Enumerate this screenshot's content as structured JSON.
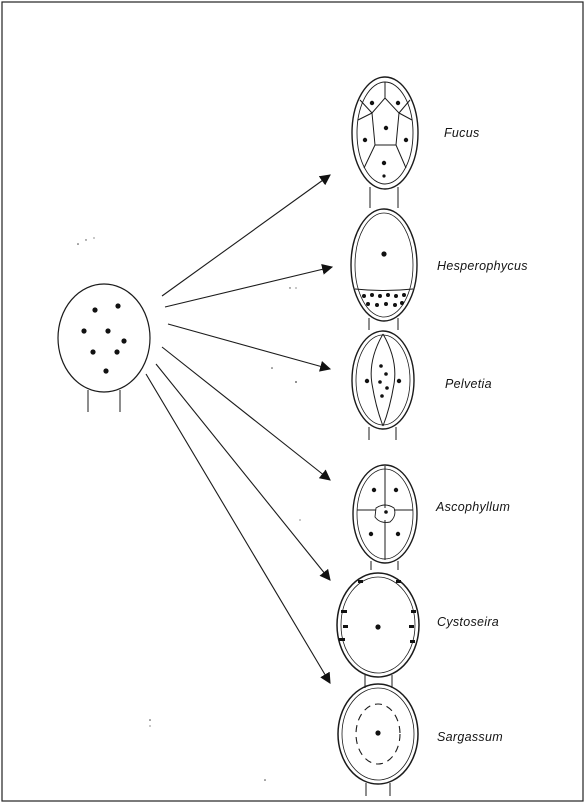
{
  "diagram": {
    "source_label": "",
    "genera": [
      {
        "name": "Fucus"
      },
      {
        "name": "Hesperophycus"
      },
      {
        "name": "Pelvetia"
      },
      {
        "name": "Ascophyllum"
      },
      {
        "name": "Cystoseira"
      },
      {
        "name": "Sargassum"
      }
    ]
  }
}
